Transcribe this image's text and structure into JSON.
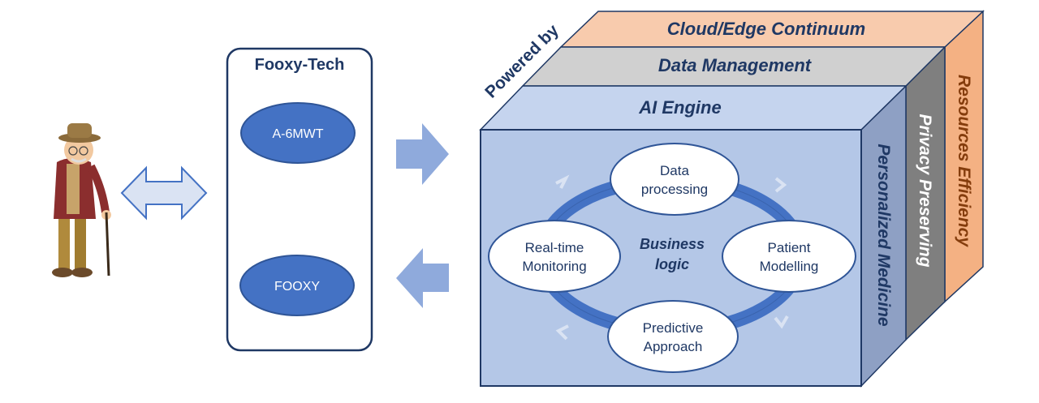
{
  "left_panel": {
    "title": "Fooxy-Tech",
    "items": [
      "A-6MWT",
      "FOOXY"
    ]
  },
  "cube": {
    "powered_by": "Powered by",
    "layers": {
      "cloud": "Cloud/Edge Continuum",
      "data": "Data Management",
      "ai": "AI Engine"
    },
    "side_labels": {
      "personalized": "Personalized Medicine",
      "privacy": "Privacy Preserving",
      "resources": "Resources Efficiency"
    },
    "cycle": {
      "center_line1": "Business",
      "center_line2": "logic",
      "nodes": {
        "top": [
          "Data",
          "processing"
        ],
        "right": [
          "Patient",
          "Modelling"
        ],
        "bottom": [
          "Predictive",
          "Approach"
        ],
        "left": [
          "Real-time",
          "Monitoring"
        ]
      }
    }
  },
  "colors": {
    "navy": "#1f3864",
    "blue_fill": "#4472c4",
    "light_blue": "#dae3f3",
    "face": "#b4c7e7",
    "ai_layer": "#c5d4ee",
    "data_layer": "#d0d0d0",
    "cloud_layer": "#f8cbad",
    "orange_side": "#f4b183",
    "gray_side": "#7f7f7f",
    "slate_side": "#8ea0c4",
    "arrow_blue": "#8faadc",
    "resources_text": "#843c0c"
  }
}
